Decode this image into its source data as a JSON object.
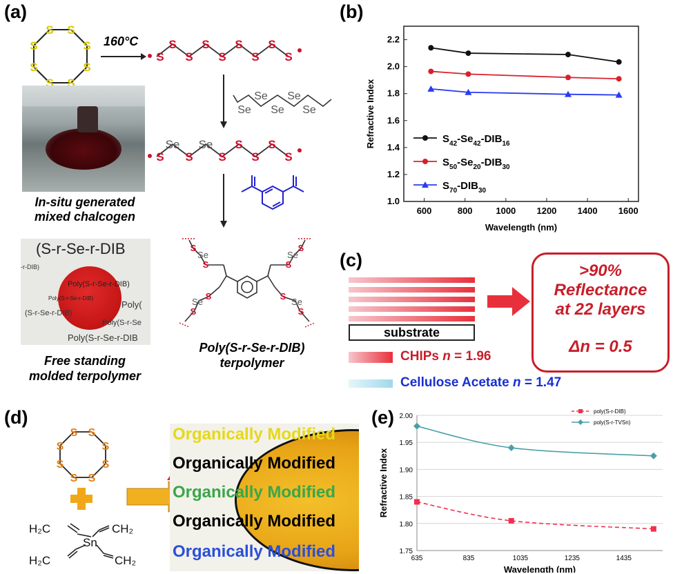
{
  "panels": {
    "a": {
      "label": "(a)",
      "temperature": "160°C",
      "sulfur_atom": "S",
      "selenium_atom": "Se",
      "caption1_line1": "In-situ generated",
      "caption1_line2": "mixed chalcogen",
      "photo2_header": "(S-r-Se-r-DIB",
      "photo2_texts": [
        "-r-DIB)",
        "Poly(S-r-Se-r-DIB)",
        "Poly(S-r-Se-r-DIB)",
        "Poly(",
        "(S-r-Se-r-DIB)",
        "Poly(S-r-Se",
        "Poly(S-r-Se-r-DIB"
      ],
      "caption2_line1": "Free standing",
      "caption2_line2": "molded terpolymer",
      "product_line1": "Poly(S-r-Se-r-DIB)",
      "product_line2": "terpolymer",
      "colors": {
        "sulfur_ring": "#e0d000",
        "chain_S": "#d0102a",
        "selenium": "#555555",
        "dib": "#2020d0"
      }
    },
    "c": {
      "label": "(c)",
      "substrate": "substrate",
      "box_line1": ">90%",
      "box_line2": "Reflectance",
      "box_line3": "at 22 layers",
      "box_line4": "Δn = 0.5",
      "legend1_name": "CHIPs ",
      "legend1_n": "n",
      "legend1_value": " = 1.96",
      "legend2_name": "Cellulose Acetate ",
      "legend2_n": "n",
      "legend2_value": " = 1.47",
      "colors": {
        "chip": "#e8303c",
        "acetate": "#9fd8ec",
        "accent": "#c81e2a",
        "blue_text": "#1a2fd0"
      }
    },
    "d": {
      "label": "(d)",
      "sulfur_atom": "S",
      "reagent_left_top": "H₂C",
      "reagent_right_top": "CH₂",
      "reagent_center": "Sn",
      "reagent_left_bottom": "H₂C",
      "reagent_right_bottom": "CH₂",
      "photo_rows": [
        "Organically Modified",
        "Organically Modified",
        "Organically Modified",
        "Organically Modified",
        "Organically Modified"
      ],
      "photo_row_colors": [
        "#e6d81a",
        "#000000",
        "#3aa64a",
        "#000000",
        "#2a4fd8"
      ],
      "colors": {
        "ring": "#e67e10",
        "plus": "#f0a818",
        "arrow": "#f0b020",
        "triangle": "#e02020",
        "disk": "#e8a416"
      }
    }
  },
  "chart_data": [
    {
      "panel_label": "(b)",
      "type": "line",
      "xlabel": "Wavelength (nm)",
      "ylabel": "Refractive Index",
      "xlim": [
        500,
        1650
      ],
      "ylim": [
        1.0,
        2.3
      ],
      "xticks": [
        "600",
        "800",
        "1000",
        "1200",
        "1400",
        "1600"
      ],
      "yticks": [
        "1.0",
        "1.2",
        "1.4",
        "1.6",
        "1.8",
        "2.0",
        "2.2"
      ],
      "grid": false,
      "legend_position": "lower-left",
      "series": [
        {
          "name_parts": [
            "S",
            "42",
            "-Se",
            "42",
            "-DIB",
            "16"
          ],
          "color": "#111111",
          "marker": "circle",
          "x": [
            633,
            816,
            1305,
            1554
          ],
          "y": [
            2.14,
            2.1,
            2.09,
            2.035
          ]
        },
        {
          "name_parts": [
            "S",
            "50",
            "-Se",
            "20",
            "-DIB",
            "30"
          ],
          "color": "#d8202c",
          "marker": "circle",
          "x": [
            633,
            816,
            1305,
            1554
          ],
          "y": [
            1.965,
            1.945,
            1.92,
            1.91
          ]
        },
        {
          "name_parts": [
            "S",
            "70",
            "-DIB",
            "30",
            "",
            ""
          ],
          "color": "#2a3cf0",
          "marker": "triangle",
          "x": [
            633,
            816,
            1305,
            1554
          ],
          "y": [
            1.835,
            1.81,
            1.795,
            1.79
          ]
        }
      ]
    },
    {
      "panel_label": "(e)",
      "type": "line",
      "xlabel": "Wavelength (nm)",
      "ylabel": "Refractive Index",
      "xlim": [
        635,
        1585
      ],
      "ylim": [
        1.75,
        2.0
      ],
      "xticks": [
        "635",
        "835",
        "1035",
        "1235",
        "1435"
      ],
      "yticks": [
        "1.75",
        "1.80",
        "1.85",
        "1.90",
        "1.95",
        "2.00"
      ],
      "grid": true,
      "legend_position": "top-right",
      "series": [
        {
          "name": "poly(S-r-DIB)",
          "color": "#f03050",
          "dashed": true,
          "marker": "square",
          "x": [
            635,
            1000,
            1550
          ],
          "y": [
            1.84,
            1.805,
            1.79
          ]
        },
        {
          "name": "poly(S-r-TVSn)",
          "color": "#4aa0a8",
          "dashed": false,
          "marker": "diamond",
          "x": [
            635,
            1000,
            1550
          ],
          "y": [
            1.98,
            1.94,
            1.925
          ]
        }
      ]
    }
  ]
}
